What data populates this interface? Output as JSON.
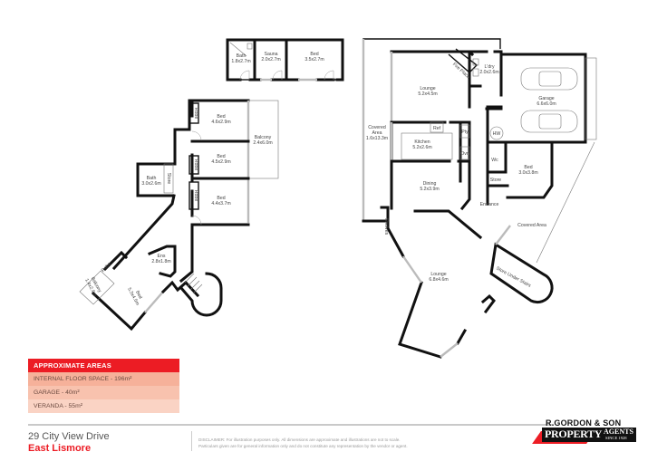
{
  "rooms": {
    "upper_bath": {
      "name": "Bath",
      "size": "1.8x2.7m"
    },
    "sauna": {
      "name": "Sauna",
      "size": "2.0x2.7m"
    },
    "upper_bed": {
      "name": "Bed",
      "size": "3.5x2.7m"
    },
    "bed1": {
      "name": "Bed",
      "size": "4.6x2.9m"
    },
    "bed2": {
      "name": "Bed",
      "size": "4.5x2.9m"
    },
    "bed3": {
      "name": "Bed",
      "size": "4.4x3.7m"
    },
    "balcony1": {
      "name": "Balcony",
      "size": "2.4x6.0m"
    },
    "bath2": {
      "name": "Bath",
      "size": "3.0x2.6m"
    },
    "store1": {
      "name": "Store"
    },
    "robe1": {
      "name": "Robe"
    },
    "robe2": {
      "name": "Robe"
    },
    "robe3": {
      "name": "Robe"
    },
    "robe4": {
      "name": "Robe"
    },
    "ens": {
      "name": "Ens",
      "size": "2.8x1.8m"
    },
    "master_bed": {
      "name": "Bed",
      "size": "5.3x4.5m"
    },
    "balcony2": {
      "name": "Balcony",
      "size": "1.4x2.9m"
    },
    "lounge1": {
      "name": "Lounge",
      "size": "5.2x4.5m"
    },
    "fire_place": {
      "name": "Fire Place"
    },
    "laundry": {
      "name": "L'dry",
      "size": "2.0x2.6m"
    },
    "garage": {
      "name": "Garage",
      "size": "6.6x6.0m"
    },
    "covered_area1": {
      "name": "Covered",
      "name2": "Area",
      "size": "1.6x13.3m"
    },
    "ref": {
      "name": "Ref"
    },
    "pty": {
      "name": "Pty"
    },
    "kitchen": {
      "name": "Kitchen",
      "size": "5.2x2.6m"
    },
    "oven": {
      "name": "Ovn"
    },
    "hw": {
      "name": "HW"
    },
    "wc": {
      "name": "Wc"
    },
    "store2": {
      "name": "Store"
    },
    "bed4": {
      "name": "Bed",
      "size": "3.0x3.8m"
    },
    "dining": {
      "name": "Dining",
      "size": "5.2x3.9m"
    },
    "entrance": {
      "name": "Entrance"
    },
    "covered_area2": {
      "name": "Covered Area"
    },
    "shelves": {
      "name": "Shelves"
    },
    "lounge2": {
      "name": "Lounge",
      "size": "6.8x4.6m"
    },
    "store_under_stairs": {
      "name": "Store Under Stairs"
    }
  },
  "areas": {
    "title": "APPROXIMATE AREAS",
    "internal": "INTERNAL FLOOR SPACE - 196m²",
    "garage": "GARAGE - 40m²",
    "veranda": "VERANDA - 55m²"
  },
  "address": {
    "street": "29 City View Drive",
    "suburb": "East Lismore"
  },
  "disclaimer": {
    "line1": "DISCLAIMER: For illustration purposes only. All dimensions are approximate and illustrations are not to scale.",
    "line2": "Particulars given are for general information only and do not constitute any representation by the vendor or agent."
  },
  "logo": {
    "line1": "R.GORDON & SON",
    "line2": "PROPERTY",
    "line3": "AGENTS",
    "line4": "SINCE 1928"
  },
  "colors": {
    "accent": "#ec1c24",
    "row1": "#f6b19a",
    "row2": "#f8c2ae",
    "row3": "#fad3c4"
  }
}
